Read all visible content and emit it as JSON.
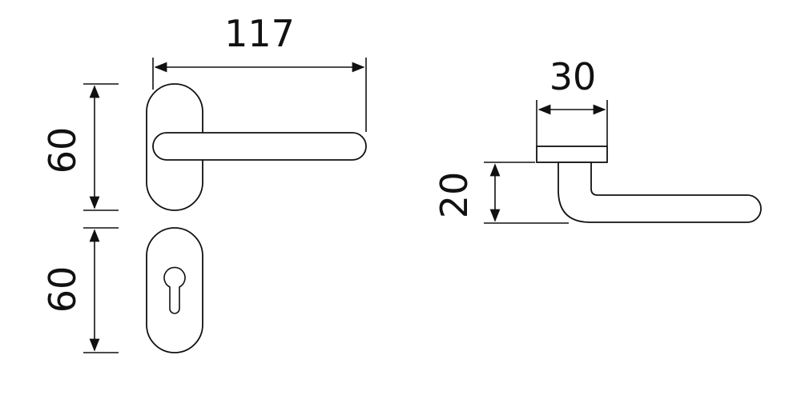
{
  "dimensions": {
    "width_label": "117",
    "upper_plate_height_label": "60",
    "lower_plate_height_label": "60",
    "rose_diameter_label": "30",
    "lever_height_label": "20"
  },
  "colors": {
    "stroke": "#111111",
    "background": "#ffffff"
  }
}
